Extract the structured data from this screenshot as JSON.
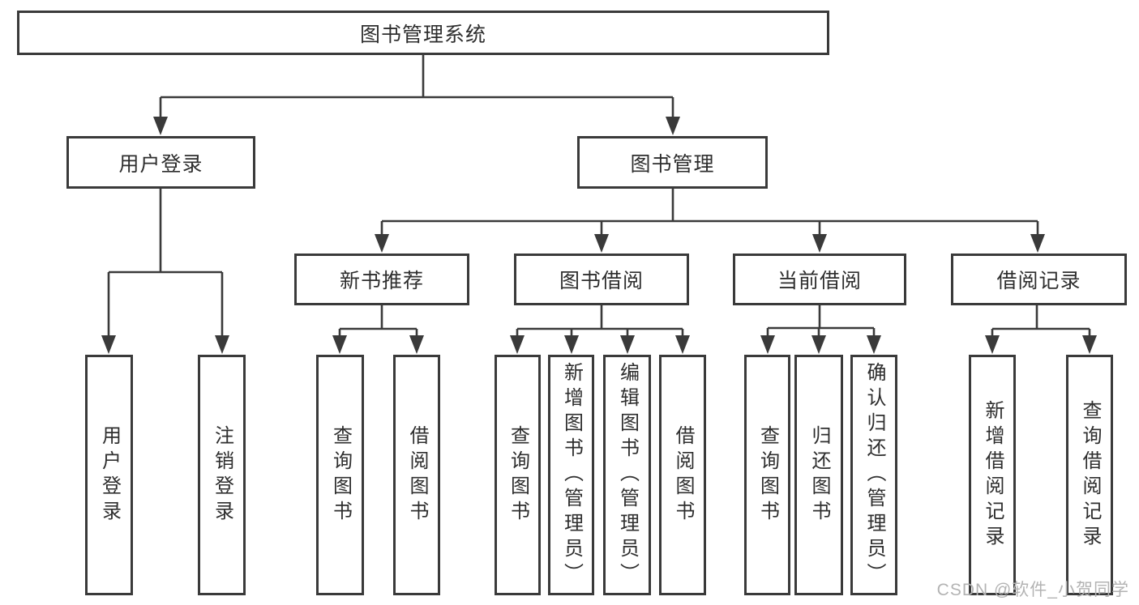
{
  "colors": {
    "line": "#3a3a3a",
    "text": "#2e2e2e",
    "bg": "#ffffff",
    "watermark": "#b3b3b3"
  },
  "watermark": "CSDN @软件_小贺同学",
  "tree": {
    "label": "图书管理系统",
    "children": [
      {
        "label": "用户登录",
        "children": [
          {
            "label": "用户登录"
          },
          {
            "label": "注销登录"
          }
        ]
      },
      {
        "label": "图书管理",
        "children": [
          {
            "label": "新书推荐",
            "children": [
              {
                "label": "查询图书"
              },
              {
                "label": "借阅图书"
              }
            ]
          },
          {
            "label": "图书借阅",
            "children": [
              {
                "label": "查询图书"
              },
              {
                "label": "新增图书（管理员）"
              },
              {
                "label": "编辑图书（管理员）"
              },
              {
                "label": "借阅图书"
              }
            ]
          },
          {
            "label": "当前借阅",
            "children": [
              {
                "label": "查询图书"
              },
              {
                "label": "归还图书"
              },
              {
                "label": "确认归还（管理员）"
              }
            ]
          },
          {
            "label": "借阅记录",
            "children": [
              {
                "label": "新增借阅记录"
              },
              {
                "label": "查询借阅记录"
              }
            ]
          }
        ]
      }
    ]
  }
}
